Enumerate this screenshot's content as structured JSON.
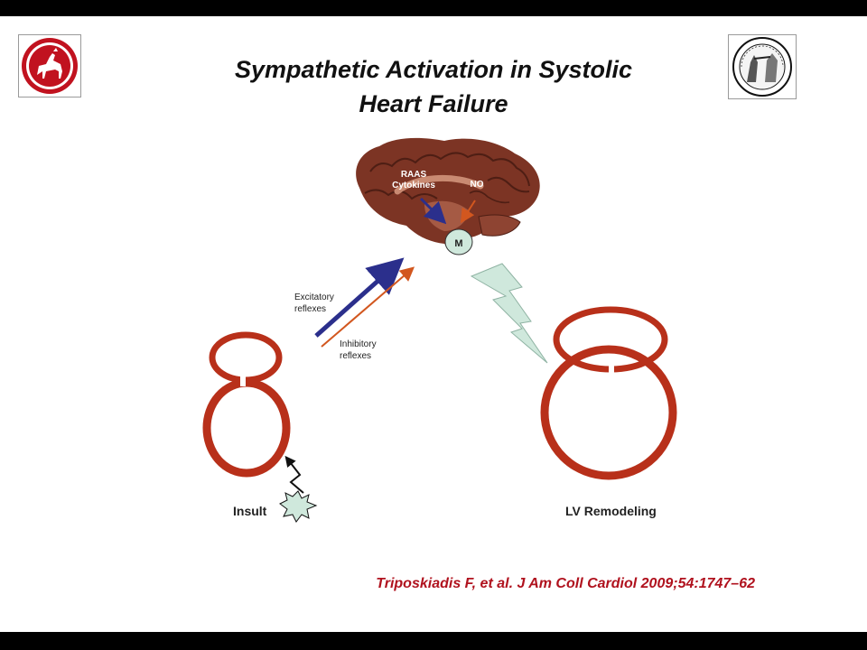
{
  "title": {
    "line1": "Sympathetic Activation in Systolic",
    "line2": "Heart Failure"
  },
  "brain": {
    "label_raas": "RAAS",
    "label_cytokines": "Cytokines",
    "label_no": "NO",
    "label_m": "M"
  },
  "reflexes": {
    "excitatory_line1": "Excitatory",
    "excitatory_line2": "reflexes",
    "inhibitory_line1": "Inhibitory",
    "inhibitory_line2": "reflexes"
  },
  "labels": {
    "insult": "Insult",
    "lv_remodeling": "LV Remodeling"
  },
  "citation": "Triposkiadis F, et al. J Am Coll Cardiol 2009;54:1747–62",
  "colors": {
    "heart_red": "#b8301a",
    "excitatory_blue": "#2b2f8c",
    "inhibitory_orange": "#d2571f",
    "brain_brown": "#7c3424",
    "bolt_fill": "#cfe8dc",
    "citation_red": "#b0121e"
  }
}
